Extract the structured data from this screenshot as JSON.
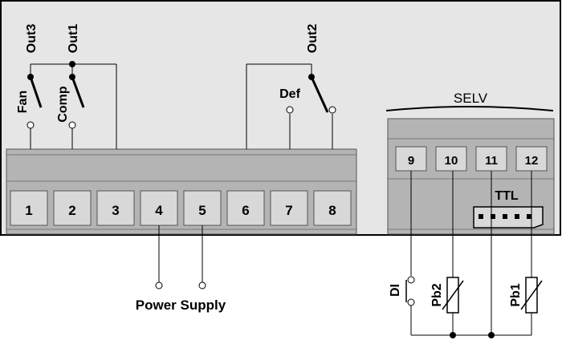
{
  "outputs": {
    "out1": "Out1",
    "out2": "Out2",
    "out3": "Out3"
  },
  "loads": {
    "fan": "Fan",
    "comp": "Comp",
    "def": "Def"
  },
  "terminals_main": [
    "1",
    "2",
    "3",
    "4",
    "5",
    "6",
    "7",
    "8"
  ],
  "terminals_selv": [
    "9",
    "10",
    "11",
    "12"
  ],
  "selv_label": "SELV",
  "ttl_label": "TTL",
  "power_supply_label": "Power Supply",
  "inputs": {
    "di": "DI",
    "pb1": "Pb1",
    "pb2": "Pb2"
  },
  "colors": {
    "panel": "#e6e6e6",
    "housing": "#b4b4b4",
    "terminal": "#d8d8d8",
    "line": "#000000"
  }
}
